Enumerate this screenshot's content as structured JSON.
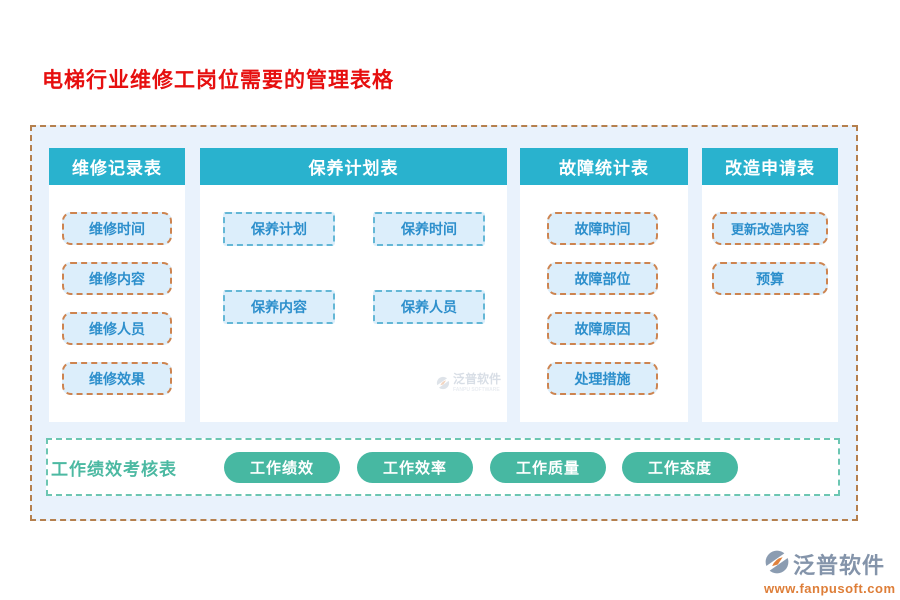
{
  "page": {
    "title": "电梯行业维修工岗位需要的管理表格"
  },
  "colors": {
    "title_red": "#e60f0f",
    "header_teal": "#29b2ce",
    "item_text_blue": "#2d8fcc",
    "item_fill": "#dceefb",
    "item_border_orange": "#cd8450",
    "item_border_blue": "#64b7d6",
    "board_fill": "#e9f2fc",
    "board_border": "#b5804e",
    "perf_green": "#47b8a2",
    "perf_border": "#6cc6b2",
    "brand_gray": "#8494aa",
    "url_orange": "#de7e38"
  },
  "columns": [
    {
      "header": "维修记录表",
      "items": [
        "维修时间",
        "维修内容",
        "维修人员",
        "维修效果"
      ]
    },
    {
      "header": "保养计划表",
      "items": [
        "保养计划",
        "保养时间",
        "保养内容",
        "保养人员"
      ]
    },
    {
      "header": "故障统计表",
      "items": [
        "故障时间",
        "故障部位",
        "故障原因",
        "处理措施"
      ]
    },
    {
      "header": "改造申请表",
      "items": [
        "更新改造内容",
        "预算"
      ]
    }
  ],
  "performance": {
    "label": "工作绩效考核表",
    "pills": [
      "工作绩效",
      "工作效率",
      "工作质量",
      "工作态度"
    ]
  },
  "watermark": {
    "text": "泛普软件",
    "subtext": "FANPU SOFTWARE"
  },
  "footer": {
    "brand": "泛普软件",
    "url": "www.fanpusoft.com"
  }
}
